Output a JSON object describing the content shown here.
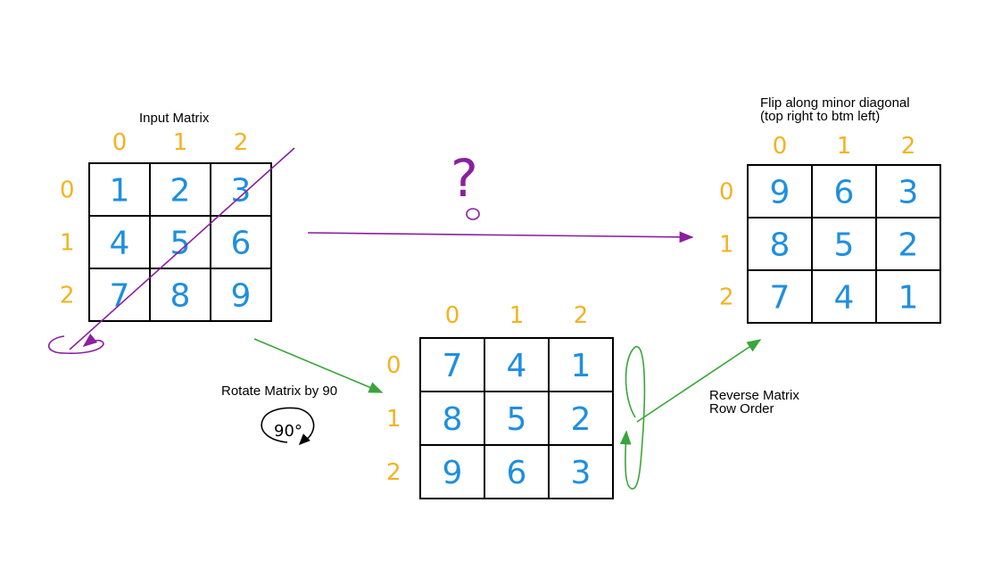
{
  "labels": {
    "input": "Input Matrix",
    "flip_line1": "Flip along minor diagonal",
    "flip_line2": "(top right to btm left)",
    "rotate": "Rotate Matrix by 90",
    "reverse_line1": "Reverse Matrix",
    "reverse_line2": "Row Order",
    "question": "?",
    "rotate_badge": "90°"
  },
  "indices": [
    "0",
    "1",
    "2"
  ],
  "matrices": {
    "input": [
      [
        "1",
        "2",
        "3"
      ],
      [
        "4",
        "5",
        "6"
      ],
      [
        "7",
        "8",
        "9"
      ]
    ],
    "rotated": [
      [
        "7",
        "4",
        "1"
      ],
      [
        "8",
        "5",
        "2"
      ],
      [
        "9",
        "6",
        "3"
      ]
    ],
    "result": [
      [
        "9",
        "6",
        "3"
      ],
      [
        "8",
        "5",
        "2"
      ],
      [
        "7",
        "4",
        "1"
      ]
    ]
  },
  "colors": {
    "index": "#f3b320",
    "cell": "#1d8fe0",
    "purple_path": "#8a1fa0",
    "green_path": "#3aa53a",
    "grid": "#000000"
  }
}
